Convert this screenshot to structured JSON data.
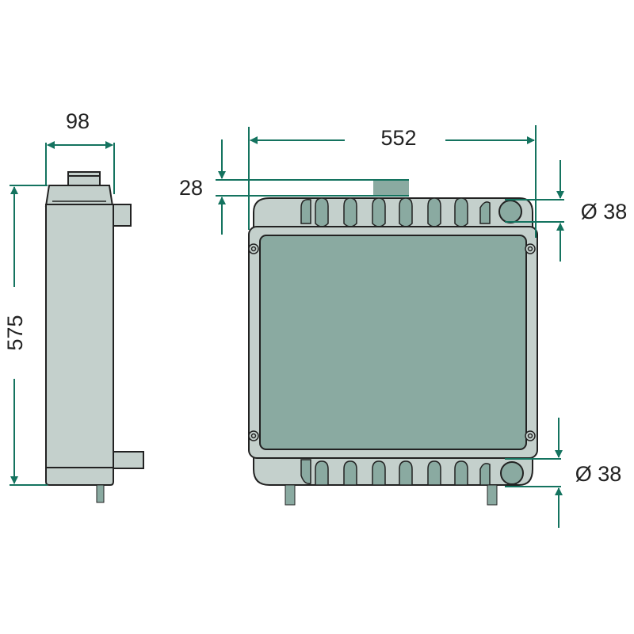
{
  "drawing": {
    "subject": "Radiator dimensional drawing",
    "views": [
      "side view",
      "front view"
    ]
  },
  "dimensions": {
    "depth": "98",
    "height": "575",
    "width": "552",
    "filler_neck_offset": "28",
    "upper_hose_diameter": "Ø 38",
    "lower_hose_diameter": "Ø 38"
  },
  "colors": {
    "dimension_line": "#14735f",
    "body_fill": "#c4d0cc",
    "core_fill": "#8aaaa1",
    "outline": "#222222",
    "background": "#ffffff"
  }
}
